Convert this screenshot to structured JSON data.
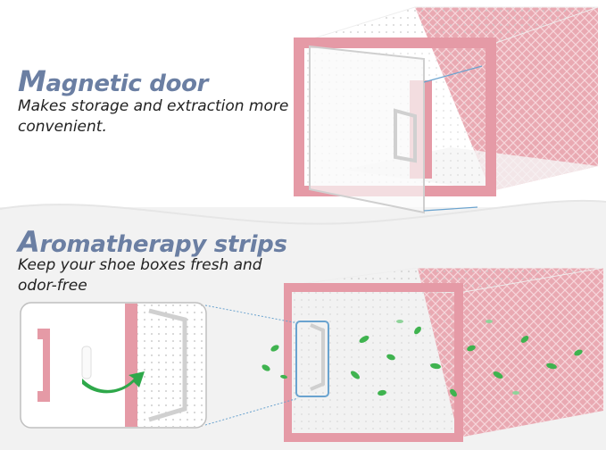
{
  "feature_1": {
    "title_initial": "M",
    "title_rest": "agnetic door",
    "description_line_1": "Makes storage and extraction more",
    "description_line_2": "convenient."
  },
  "feature_2": {
    "title_initial": "A",
    "title_rest": "romatherapy strips",
    "description_line_1": "Keep your shoe boxes fresh and",
    "description_line_2": "odor-free"
  },
  "colors": {
    "heading": "#6b7fa3",
    "box_pink": "#e7a3ad",
    "box_pink_dark": "#cf7d8c",
    "arrow_green": "#2ea84a",
    "leaf_green": "#3fb34f",
    "callout_blue": "#6aa3cf"
  },
  "icons": [
    "door-arrow-icon",
    "insert-arrow-icon"
  ]
}
